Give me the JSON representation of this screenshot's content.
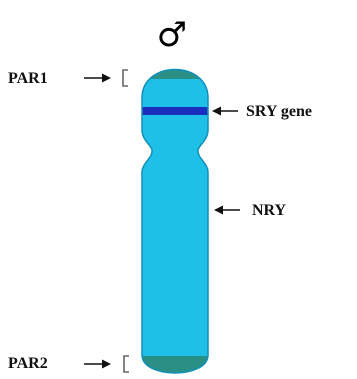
{
  "symbol": "♂",
  "labels": {
    "par1": "PAR1",
    "sry": "SRY gene",
    "nry": "NRY",
    "par2": "PAR2"
  },
  "colors": {
    "chromosome_body": "#1ec0e8",
    "chromosome_outline": "#1090b8",
    "par_region": "#2a8f84",
    "sry_band": "#1a2fbf",
    "label_text": "#111111"
  }
}
